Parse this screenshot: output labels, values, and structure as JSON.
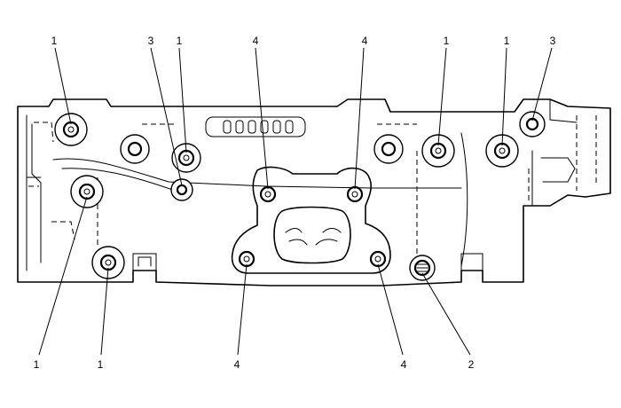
{
  "callouts": {
    "c1": "1",
    "c2": "3",
    "c3": "1",
    "c4": "4",
    "c5": "4",
    "c6": "1",
    "c7": "1",
    "c8": "3",
    "c9": "1",
    "c10": "1",
    "c11": "4",
    "c12": "4",
    "c13": "2"
  }
}
